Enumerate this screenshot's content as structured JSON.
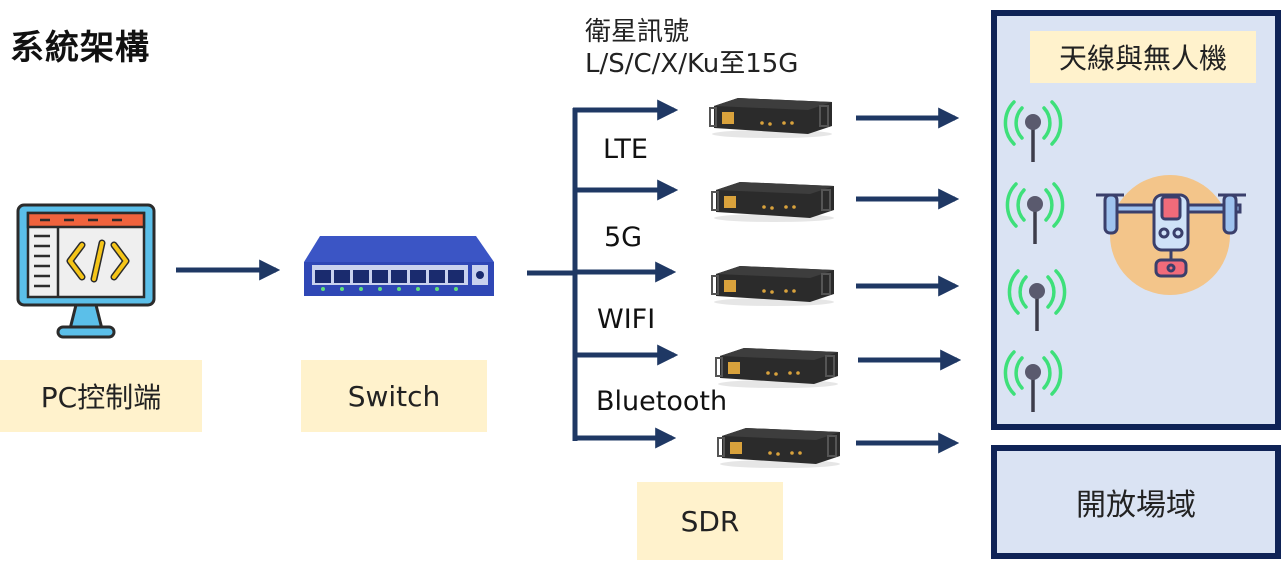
{
  "title": "系統架構",
  "pc": {
    "label": "PC控制端",
    "icon": "monitor-code-icon"
  },
  "switch": {
    "label": "Switch",
    "icon": "network-switch-icon"
  },
  "sdr": {
    "label": "SDR",
    "satellite_label_line1": "衛星訊號",
    "satellite_label_line2": "L/S/C/X/Ku至15G",
    "signals": [
      "LTE",
      "5G",
      "WIFI",
      "Bluetooth"
    ],
    "device_count": 5,
    "device_icon": "sdr-device-icon"
  },
  "antenna_panel": {
    "title": "天線與無人機",
    "antenna_count": 4,
    "antenna_icon": "antenna-icon",
    "drone_icon": "drone-icon"
  },
  "field_panel": {
    "label": "開放場域"
  },
  "colors": {
    "arrow": "#1f3864",
    "label_bg": "#fff2cc",
    "panel_bg": "#dae3f3",
    "panel_border": "#0f2356",
    "antenna_wave": "#3ee07a",
    "drone_circle": "#f3c58a"
  }
}
